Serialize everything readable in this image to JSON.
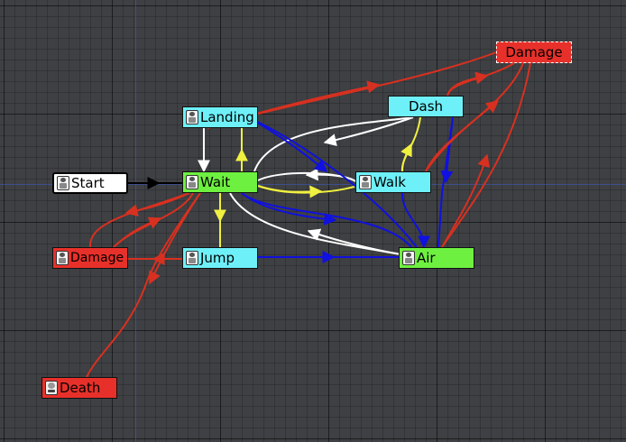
{
  "nodes": {
    "start": {
      "label": "Start",
      "icon": "actor-icon"
    },
    "wait": {
      "label": "Wait",
      "icon": "actor-icon"
    },
    "landing": {
      "label": "Landing",
      "icon": "actor-icon"
    },
    "walk": {
      "label": "Walk",
      "icon": "actor-icon"
    },
    "dash": {
      "label": "Dash"
    },
    "jump": {
      "label": "Jump",
      "icon": "actor-icon"
    },
    "air": {
      "label": "Air",
      "icon": "actor-icon"
    },
    "damage_left": {
      "label": "Damage",
      "icon": "actor-icon"
    },
    "damage_top": {
      "label": "Damage"
    },
    "death": {
      "label": "Death",
      "icon": "skull-icon"
    }
  },
  "edge_colors": {
    "start": "#000000",
    "normal": "#ffffff",
    "condition": "#f0f040",
    "air": "#1010e0",
    "damage": "#d83020"
  },
  "node_colors": {
    "state": "#6ef0f8",
    "active": "#6ef040",
    "damage": "#e8302a",
    "start": "#ffffff"
  }
}
